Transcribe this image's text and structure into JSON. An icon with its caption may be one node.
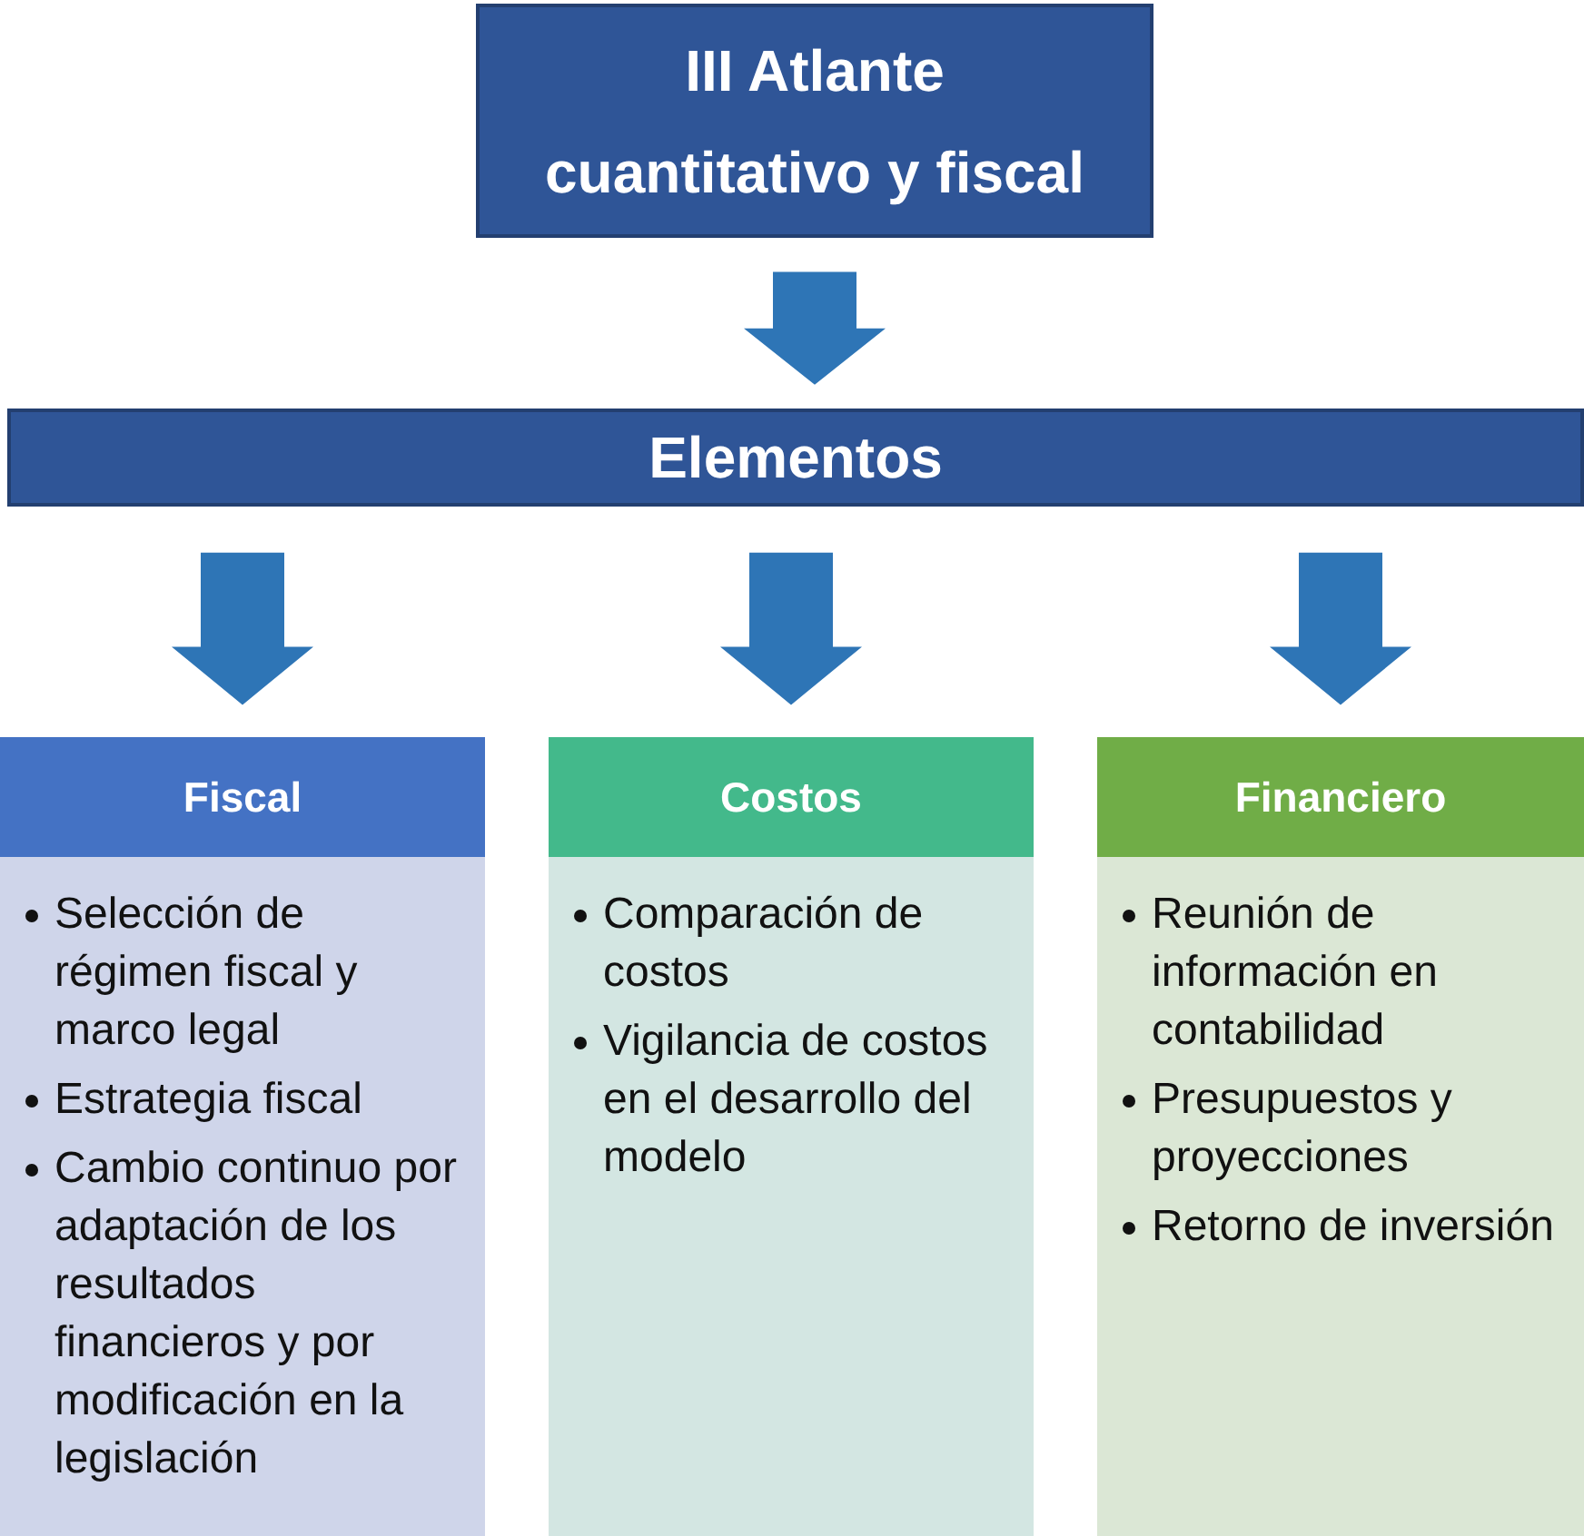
{
  "diagram": {
    "nodes": [
      {
        "text": [
          "III Atlante cuantitativo y fiscal"
        ]
      },
      {
        "text": [
          "Elementos"
        ]
      },
      {
        "text": [
          "Fiscal",
          "Selección de régimen fiscal y marco legal",
          "Estrategia fiscal",
          "Cambio continuo por adaptación de los resultados financieros y por modificación en la legislación"
        ]
      },
      {
        "text": [
          "Costos",
          "Comparación de costos",
          "Vigilancia de costos en el desarrollo del modelo"
        ]
      },
      {
        "text": [
          "Financiero",
          "Reunión de información en contabilidad",
          "Presupuestos y proyecciones",
          "Retorno de inversión"
        ]
      }
    ],
    "edges": [
      {
        "from": 0,
        "to": 1,
        "arrow": "to"
      },
      {
        "from": 1,
        "to": 2,
        "arrow": "to"
      },
      {
        "from": 1,
        "to": 3,
        "arrow": "to"
      },
      {
        "from": 1,
        "to": 4,
        "arrow": "to"
      }
    ]
  }
}
